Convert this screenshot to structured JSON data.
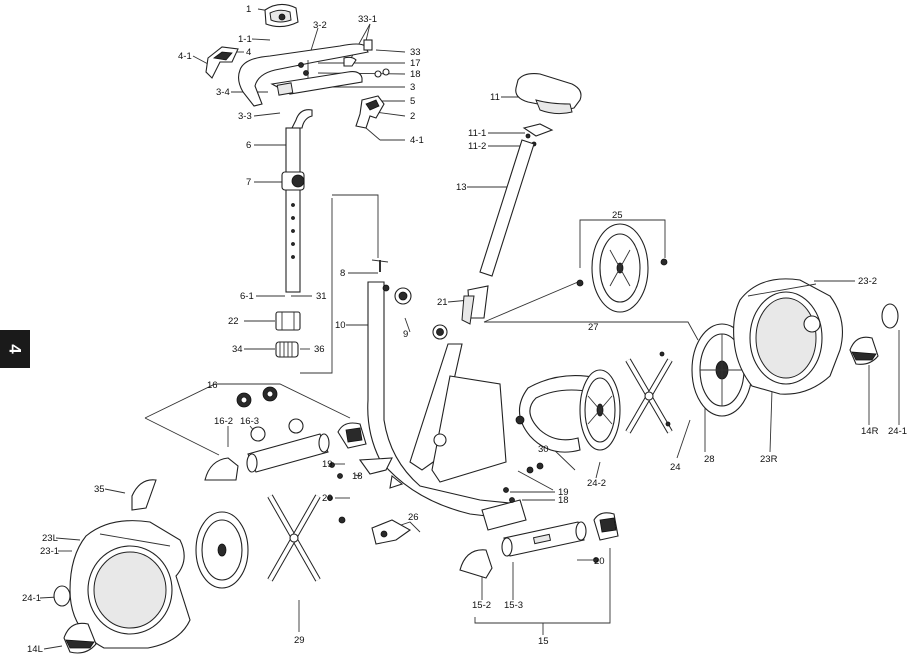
{
  "page_tab": "4",
  "labels": {
    "l1": "1",
    "l1_1": "1-1",
    "l3_2": "3-2",
    "l33_1": "33-1",
    "l33": "33",
    "l17": "17",
    "l18a": "18",
    "l4_1a": "4-1",
    "l4": "4",
    "l3_4": "3-4",
    "l3": "3",
    "l5": "5",
    "l3_3": "3-3",
    "l2": "2",
    "l4_1b": "4-1",
    "l6": "6",
    "l7": "7",
    "l11": "11",
    "l11_1": "11-1",
    "l11_2": "11-2",
    "l13": "13",
    "l25": "25",
    "l23_2": "23-2",
    "l8": "8",
    "l6_1": "6-1",
    "l31": "31",
    "l21": "21",
    "l22": "22",
    "l10": "10",
    "l9": "9",
    "l27": "27",
    "l34": "34",
    "l36": "36",
    "l16": "16",
    "l14R": "14R",
    "l24_1a": "24-1",
    "l16_2": "16-2",
    "l16_3": "16-3",
    "l30": "30",
    "l28": "28",
    "l23R": "23R",
    "l24": "24",
    "l19a": "19",
    "l18b": "18",
    "l24_2": "24-2",
    "l19b": "19",
    "l35": "35",
    "l20a": "20",
    "l18c": "18",
    "l26": "26",
    "l23L": "23L",
    "l23_1": "23-1",
    "l20b": "20",
    "l24_1b": "24-1",
    "l15_2": "15-2",
    "l15_3": "15-3",
    "l29": "29",
    "l14L": "14L",
    "l15": "15"
  }
}
